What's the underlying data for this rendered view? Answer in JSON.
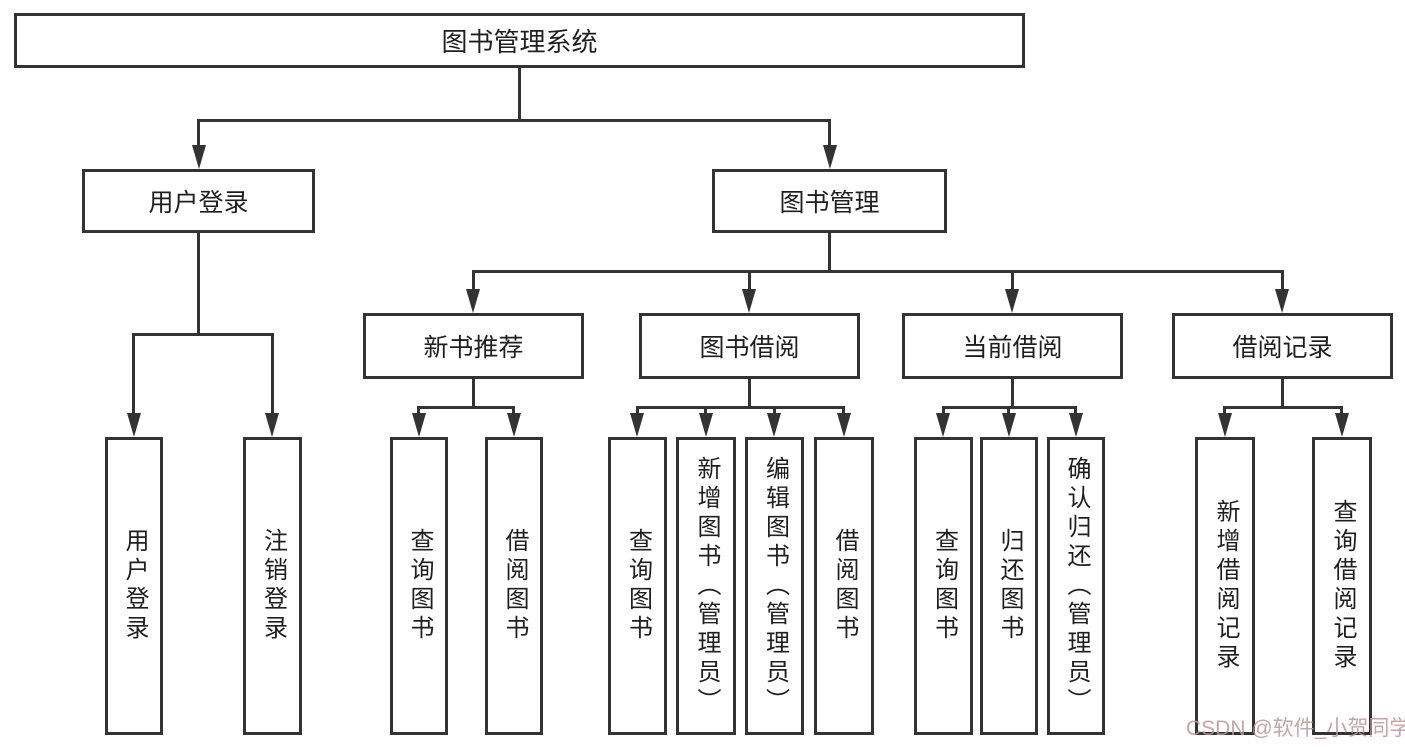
{
  "diagram": {
    "root": {
      "label": "图书管理系统"
    },
    "level2": [
      {
        "label": "用户登录"
      },
      {
        "label": "图书管理"
      }
    ],
    "level3": [
      {
        "label": "新书推荐"
      },
      {
        "label": "图书借阅"
      },
      {
        "label": "当前借阅"
      },
      {
        "label": "借阅记录"
      }
    ],
    "leaves": {
      "user_login": [
        {
          "label": "用户登录"
        },
        {
          "label": "注销登录"
        }
      ],
      "new_book": [
        {
          "label": "查询图书"
        },
        {
          "label": "借阅图书"
        }
      ],
      "book_borrow": [
        {
          "label": "查询图书"
        },
        {
          "label": "新增图书（管理员）"
        },
        {
          "label": "编辑图书（管理员）"
        },
        {
          "label": "借阅图书"
        }
      ],
      "current_borrow": [
        {
          "label": "查询图书"
        },
        {
          "label": "归还图书"
        },
        {
          "label": "确认归还（管理员）"
        }
      ],
      "borrow_record": [
        {
          "label": "新增借阅记录"
        },
        {
          "label": "查询借阅记录"
        }
      ]
    }
  },
  "watermark": {
    "text": "CSDN @软件_小贺同学"
  },
  "colors": {
    "line": "#333333",
    "text": "#1f1f1f",
    "box_background": "#ffffff",
    "page_background": "#ffffff",
    "watermark": "#bb9797"
  }
}
